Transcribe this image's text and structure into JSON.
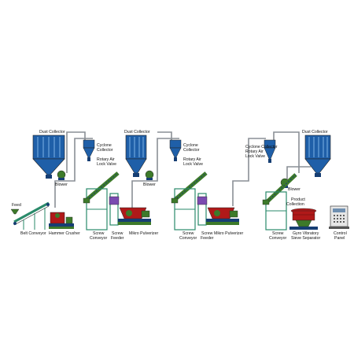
{
  "labels": {
    "dust_collector_1": "Dust Collector",
    "blower_1": "Blower",
    "cyclone_collector_1": [
      "Cyclone",
      "Collector"
    ],
    "rotary_valve_1": [
      "Rotary Air",
      "Lock Valve"
    ],
    "dust_collector_2": "Dust Collector",
    "blower_2": "Blower",
    "cyclone_collector_2": [
      "Cyclone",
      "Collector"
    ],
    "rotary_valve_2": [
      "Rotary Air",
      "Lock Valve"
    ],
    "cyclone_collector_3": [
      "Cyclone Collector",
      "Rotary Air",
      "Lock Valve"
    ],
    "dust_collector_3": "Dust Collector",
    "blower_3": "Blower",
    "feed": "Feed",
    "belt_conveyor": "Belt Conveyor",
    "hammer_crusher": "Hammer Crusher",
    "screw_conveyor_1": [
      "Screw",
      "Conveyor"
    ],
    "screw_feeder_1": [
      "Screw",
      "Feeder"
    ],
    "micro_pulverizer_1": "Mikro Pulverizer",
    "screw_conveyor_2": [
      "Screw",
      "Conveyor"
    ],
    "screw_feeder_2": [
      "Screw",
      "Feeder"
    ],
    "micro_pulverizer_2": "Mikro Pulverizer",
    "screw_conveyor_3": [
      "Screw",
      "Conveyor"
    ],
    "product_collection": [
      "Product",
      "Collection"
    ],
    "gyro_sieve": [
      "Gyro Vibratory",
      "Sieve Separator"
    ],
    "control_panel": [
      "Control",
      "Panel"
    ]
  },
  "colors": {
    "equipment_blue": "#1f5fa8",
    "dark_blue": "#163e73",
    "structure_green": "#2a8a6a",
    "pipe_gray": "#8a8f96",
    "machine_red": "#b01919",
    "machine_green": "#3d7a2a",
    "outline": "#222222"
  }
}
